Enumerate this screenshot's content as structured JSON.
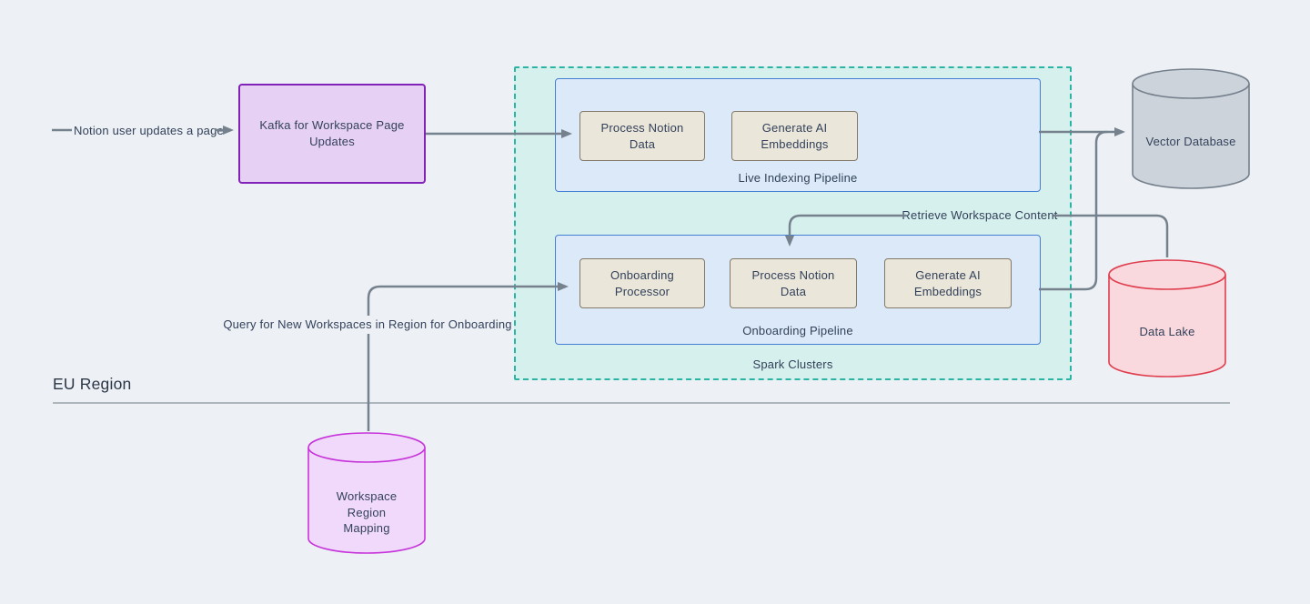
{
  "diagram": {
    "region_label": "EU Region",
    "annotations": {
      "user_event": "Notion user updates a page",
      "retrieve_content": "Retrieve Workspace Content",
      "query_workspaces": "Query for New Workspaces in Region for Onboarding"
    },
    "nodes": {
      "kafka": {
        "label": "Kafka for Workspace Page Updates"
      },
      "spark_cluster": {
        "label": "Spark Clusters"
      },
      "live_pipeline": {
        "label": "Live Indexing Pipeline",
        "boxes": [
          "Process Notion Data",
          "Generate AI Embeddings"
        ]
      },
      "onboarding_pipeline": {
        "label": "Onboarding Pipeline",
        "boxes": [
          "Onboarding Processor",
          "Process Notion Data",
          "Generate AI Embeddings"
        ]
      },
      "vector_db": {
        "label": "Vector Database"
      },
      "data_lake": {
        "label": "Data Lake"
      },
      "workspace_mapping": {
        "label": "Workspace Region Mapping"
      }
    },
    "colors": {
      "background": "#edf1f5",
      "wire": "#75818d",
      "text": "#33415a",
      "kafka_fill": "#e6d0f4",
      "kafka_border": "#8123b8",
      "spark_fill": "#d6f0ed",
      "spark_border": "#2bb3a4",
      "pipeline_fill": "#dbe9f8",
      "pipeline_border": "#4480d2",
      "task_fill": "#eae6da",
      "task_border": "#82796a",
      "vector_db_fill": "#ccd3db",
      "vector_db_border": "#75808c",
      "data_lake_fill": "#f9d9dd",
      "data_lake_border": "#e03e4e",
      "workspace_mapping_fill": "#f0d9fb",
      "workspace_mapping_border": "#c634da",
      "divider": "#99a2ac"
    }
  }
}
